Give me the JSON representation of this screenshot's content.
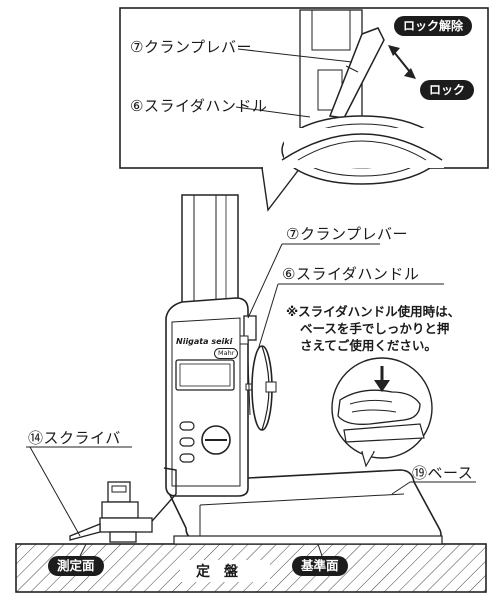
{
  "inset": {
    "release_label": "ロック解除",
    "lock_label": "ロック",
    "clamp_lever": "⑦クランプレバー",
    "slider_handle": "⑥スライダハンドル"
  },
  "main": {
    "clamp_lever": "⑦クランプレバー",
    "slider_handle": "⑥スライダハンドル",
    "note_line1": "※スライダハンドル使用時は、",
    "note_line2": "ベースを手でしっかりと押",
    "note_line3": "さえてご使用ください。",
    "scriber": "⑭スクライバ",
    "base": "⑲ベース",
    "brand": "Niigata seiki",
    "brand_badge": "Mahr",
    "measuring_surface": "測定面",
    "reference_surface": "基準面",
    "surface_plate": "定盤"
  }
}
